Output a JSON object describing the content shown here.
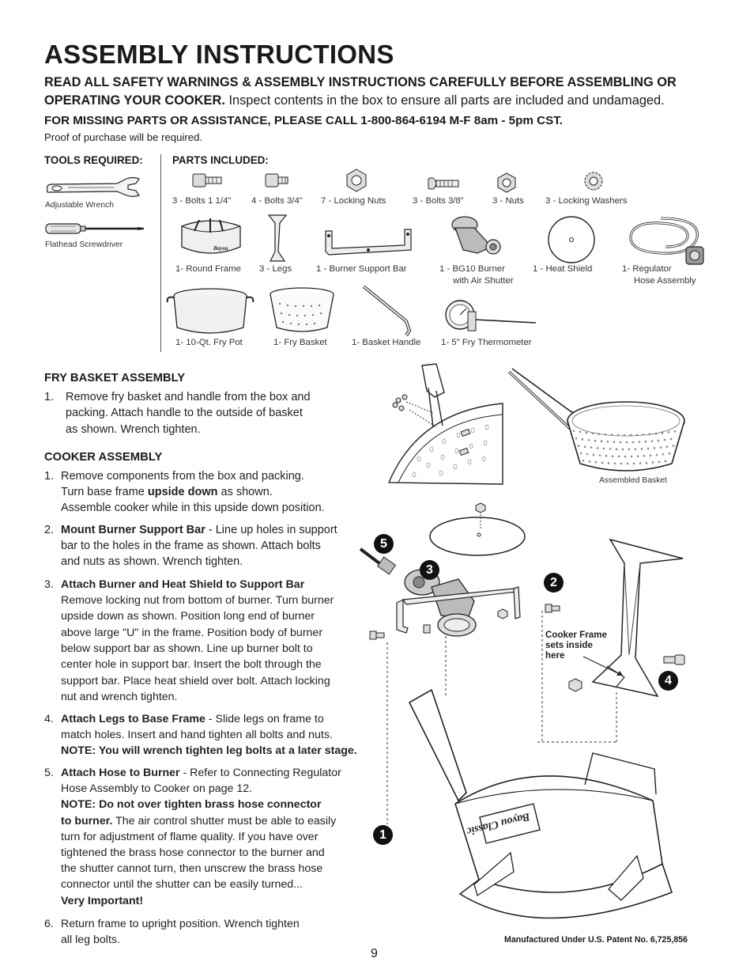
{
  "title": "ASSEMBLY INSTRUCTIONS",
  "intro": {
    "bold": "READ ALL SAFETY WARNINGS & ASSEMBLY INSTRUCTIONS CAREFULLY BEFORE ASSEMBLING OR OPERATING YOUR COOKER.",
    "normal": " Inspect contents in the box to ensure all parts are included and undamaged."
  },
  "contact": "FOR MISSING PARTS OR ASSISTANCE, PLEASE CALL 1-800-864-6194 M-F 8am - 5pm CST.",
  "proof": "Proof of purchase will be required.",
  "tools": {
    "heading": "TOOLS REQUIRED:",
    "items": [
      "Adjustable Wrench",
      "Flathead Screwdriver"
    ]
  },
  "parts": {
    "heading": "PARTS INCLUDED:",
    "row1": [
      "3 - Bolts 1 1/4\"",
      "4 - Bolts 3/4\"",
      "7 - Locking Nuts",
      "3 - Bolts 3/8”",
      "3 - Nuts",
      "3 - Locking Washers"
    ],
    "row2": [
      "1- Round Frame",
      "3 - Legs",
      "1 - Burner Support Bar",
      "1 - BG10 Burner",
      "with Air Shutter",
      "1 - Heat Shield",
      "1- Regulator",
      "Hose Assembly"
    ],
    "row3": [
      "1- 10-Qt. Fry Pot",
      "1- Fry Basket",
      "1- Basket Handle",
      "1- 5\" Fry Thermometer"
    ]
  },
  "fry_basket": {
    "heading": "FRY BASKET ASSEMBLY",
    "num": "1.",
    "lines": [
      "Remove fry basket and handle from the box and",
      "packing. Attach handle to the outside of basket",
      "as shown. Wrench tighten."
    ],
    "caption": "Assembled Basket"
  },
  "cooker": {
    "heading": "COOKER ASSEMBLY",
    "s1": {
      "num": "1.",
      "l1": "Remove components from the box and packing.",
      "l2a": "Turn base frame ",
      "l2b": "upside down",
      "l2c": " as shown.",
      "l3": "Assemble cooker while in this upside down position."
    },
    "s2": {
      "num": "2.",
      "bold": "Mount Burner Support Bar",
      "l1": " - Line up holes in support",
      "l2": "bar to the holes in the frame as shown. Attach bolts",
      "l3": "and nuts as shown. Wrench tighten."
    },
    "s3": {
      "num": "3.",
      "bold": "Attach Burner and Heat Shield to Support Bar",
      "lines": [
        "Remove locking nut from bottom of burner. Turn burner",
        "upside down as shown. Position long end of burner",
        "above large \"U\" in the frame. Position body of burner",
        "below support bar as shown. Line up burner bolt to",
        "center hole in support bar. Insert the bolt through the",
        "support bar. Place heat shield over bolt. Attach locking",
        "nut and wrench tighten."
      ]
    },
    "s4": {
      "num": "4.",
      "bold": "Attach Legs to Base Frame",
      "l1": " - Slide legs on frame to",
      "l2": "match holes. Insert and hand tighten all bolts and nuts.",
      "note": "NOTE: You will wrench tighten leg bolts at a later stage."
    },
    "s5": {
      "num": "5.",
      "bold": "Attach Hose to Burner",
      "l1": " - Refer to Connecting Regulator",
      "l2": "Hose Assembly to Cooker on page 12.",
      "note1": "NOTE: Do not over tighten brass hose connector",
      "note2": "to burner.",
      "l3": " The air control shutter must be able to easily",
      "lines": [
        "turn for adjustment of flame quality. If you have over",
        "tightened the brass hose connector to the burner and",
        "the shutter cannot turn, then unscrew the brass hose",
        "connector until the shutter can be easily turned..."
      ],
      "very": "Very Important!"
    },
    "s6": {
      "num": "6.",
      "l1": "Return frame to upright position. Wrench tighten",
      "l2": "all leg bolts."
    }
  },
  "diagram": {
    "badges": [
      "5",
      "3",
      "2",
      "4",
      "1"
    ],
    "note": [
      "Cooker Frame",
      "sets inside",
      "here"
    ],
    "logo": "Bayou Classic"
  },
  "page_number": "9",
  "patent": "Manufactured Under U.S. Patent No. 6,725,856"
}
